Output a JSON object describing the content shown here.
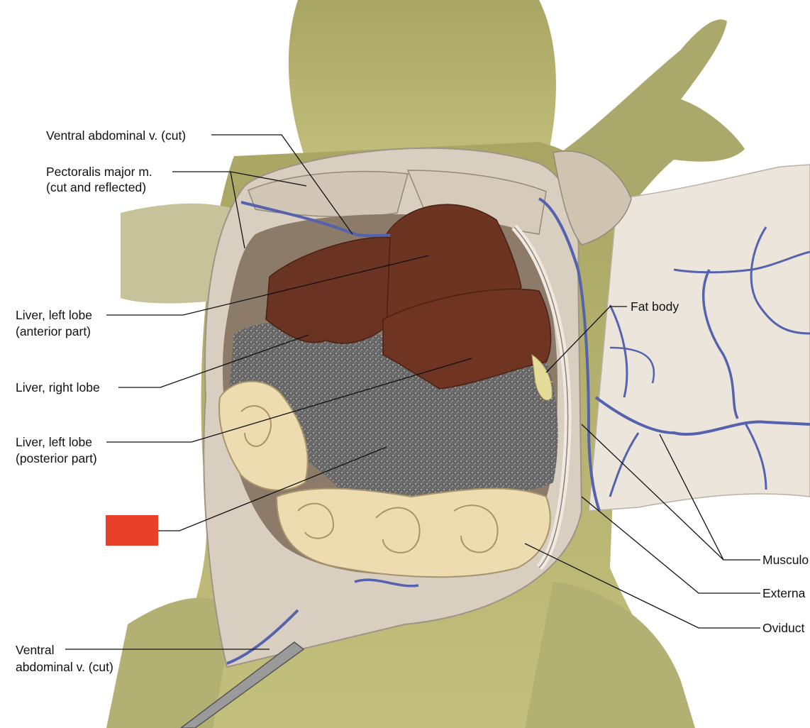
{
  "labels": {
    "ventral_abdominal_top": "Ventral abdominal v. (cut)",
    "pectoralis_line1": "Pectoralis major m.",
    "pectoralis_line2": "(cut and reflected)",
    "liver_left_ant_line1": "Liver, left lobe",
    "liver_left_ant_line2": "(anterior part)",
    "liver_right": "Liver, right lobe",
    "liver_left_post_line1": "Liver, left lobe",
    "liver_left_post_line2": "(posterior part)",
    "ventral_bottom_line1": "Ventral",
    "ventral_bottom_line2": "abdominal v. (cut)",
    "fat_body": "Fat body",
    "musculo": "Musculo",
    "externa": "Externa",
    "oviduct": "Oviduct"
  },
  "colors": {
    "skin": "#b7b46e",
    "muscle": "#d8cdbf",
    "liver": "#6e3522",
    "lung": "#6a6a6a",
    "intestine": "#eddcb0",
    "vessel": "#5a66b0",
    "membrane": "#e9e2d8",
    "hidden_label_box": "#e8402a"
  }
}
